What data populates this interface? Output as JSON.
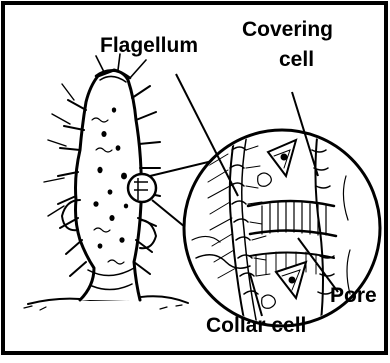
{
  "figure": {
    "labels": {
      "flagellum": "Flagellum",
      "covering_cell_line1": "Covering",
      "covering_cell_line2": "cell",
      "pore": "Pore",
      "collar_cell": "Collar cell"
    },
    "colors": {
      "ink": "#000000",
      "paper": "#ffffff"
    }
  }
}
